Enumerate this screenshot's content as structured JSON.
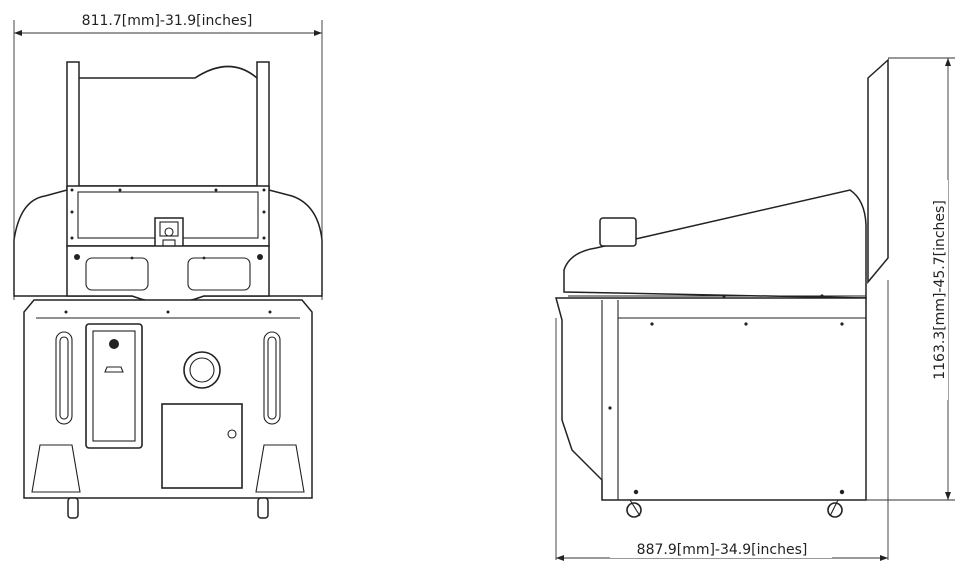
{
  "dimensions": {
    "width_label": "811.7[mm]-31.9[inches]",
    "depth_label": "887.9[mm]-34.9[inches]",
    "height_label": "1163.3[mm]-45.7[inches]"
  }
}
